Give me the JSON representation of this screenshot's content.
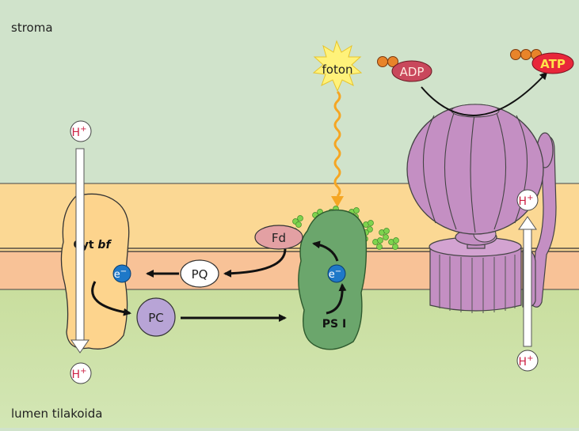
{
  "regions": {
    "stroma": "stroma",
    "lumen": "lumen tilakoida"
  },
  "labels": {
    "photon": "foton",
    "adp": "ADP",
    "atp": "ATP",
    "cyt_bf_prefix": "Cyt ",
    "cyt_bf_suffix": "bf",
    "fd": "Fd",
    "pq": "PQ",
    "pc": "PC",
    "ps1": "PS I",
    "electron": "e",
    "electron_sup": "−",
    "proton": "H",
    "proton_sup": "+"
  },
  "colors": {
    "stroma": "#d0e3cb",
    "lumen": "#c9de9e",
    "membrane_outer": "#fbd894",
    "membrane_inner": "#f8c297",
    "cyt_bf": "#fdd48d",
    "ps1": "#6ba66c",
    "synthase": "#c48fc3",
    "fd": "#e3a0a3",
    "pc": "#b8a4d6",
    "adp": "#c9485c",
    "atp": "#e8273a",
    "phosphate": "#e8842a",
    "electron": "#1e78c8",
    "proton_text": "#cc2244"
  }
}
